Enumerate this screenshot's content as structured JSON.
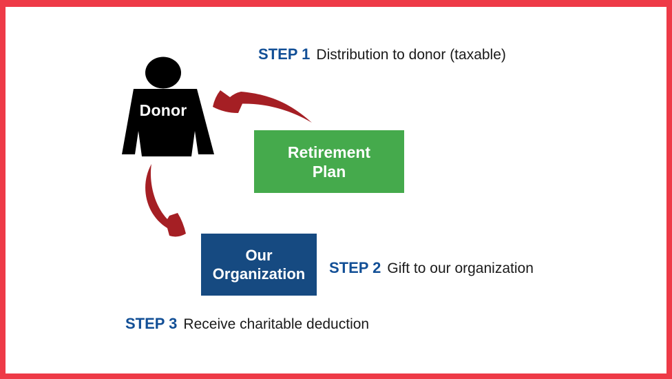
{
  "frame": {
    "border_color": "#ee3a47"
  },
  "donor": {
    "label": "Donor"
  },
  "retirement_plan": {
    "line1": "Retirement",
    "line2": "Plan",
    "fill": "#45aa4c"
  },
  "organization": {
    "line1": "Our",
    "line2": "Organization",
    "fill": "#164a81"
  },
  "steps": [
    {
      "label": "STEP 1",
      "description": "Distribution to donor (taxable)"
    },
    {
      "label": "STEP 2",
      "description": "Gift to our organization"
    },
    {
      "label": "STEP 3",
      "description": "Receive charitable deduction"
    }
  ],
  "colors": {
    "step_label": "#124f96",
    "step_text": "#1a1a1a",
    "arrow": "#a51f24",
    "figure": "#000000"
  }
}
